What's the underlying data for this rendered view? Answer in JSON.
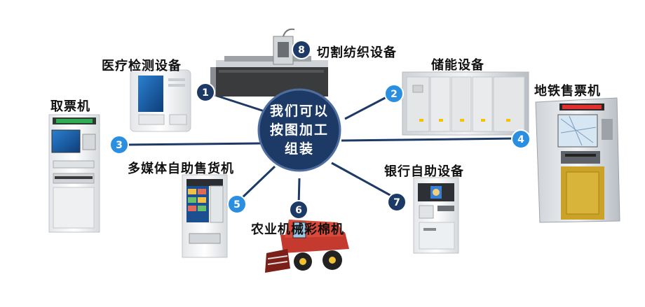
{
  "center": {
    "line1": "我们可以",
    "line2": "按图加工",
    "line3": "组装"
  },
  "nodes": [
    {
      "num": "1",
      "label": "医疗检测设备",
      "style": "dark"
    },
    {
      "num": "2",
      "label": "储能设备",
      "style": "light"
    },
    {
      "num": "3",
      "label": "取票机",
      "style": "light"
    },
    {
      "num": "4",
      "label": "地铁售票机",
      "style": "light"
    },
    {
      "num": "5",
      "label": "多媒体自助售货机",
      "style": "light"
    },
    {
      "num": "6",
      "label": "农业机械彩棉机",
      "style": "dark"
    },
    {
      "num": "7",
      "label": "银行自助设备",
      "style": "dark"
    },
    {
      "num": "8",
      "label": "切割纺织设备",
      "style": "dark"
    }
  ],
  "colors": {
    "center": "#1d3a66",
    "spoke": "#1d3a66",
    "badge_dark": "#1d3a66",
    "badge_light": "#2a8fe0"
  }
}
